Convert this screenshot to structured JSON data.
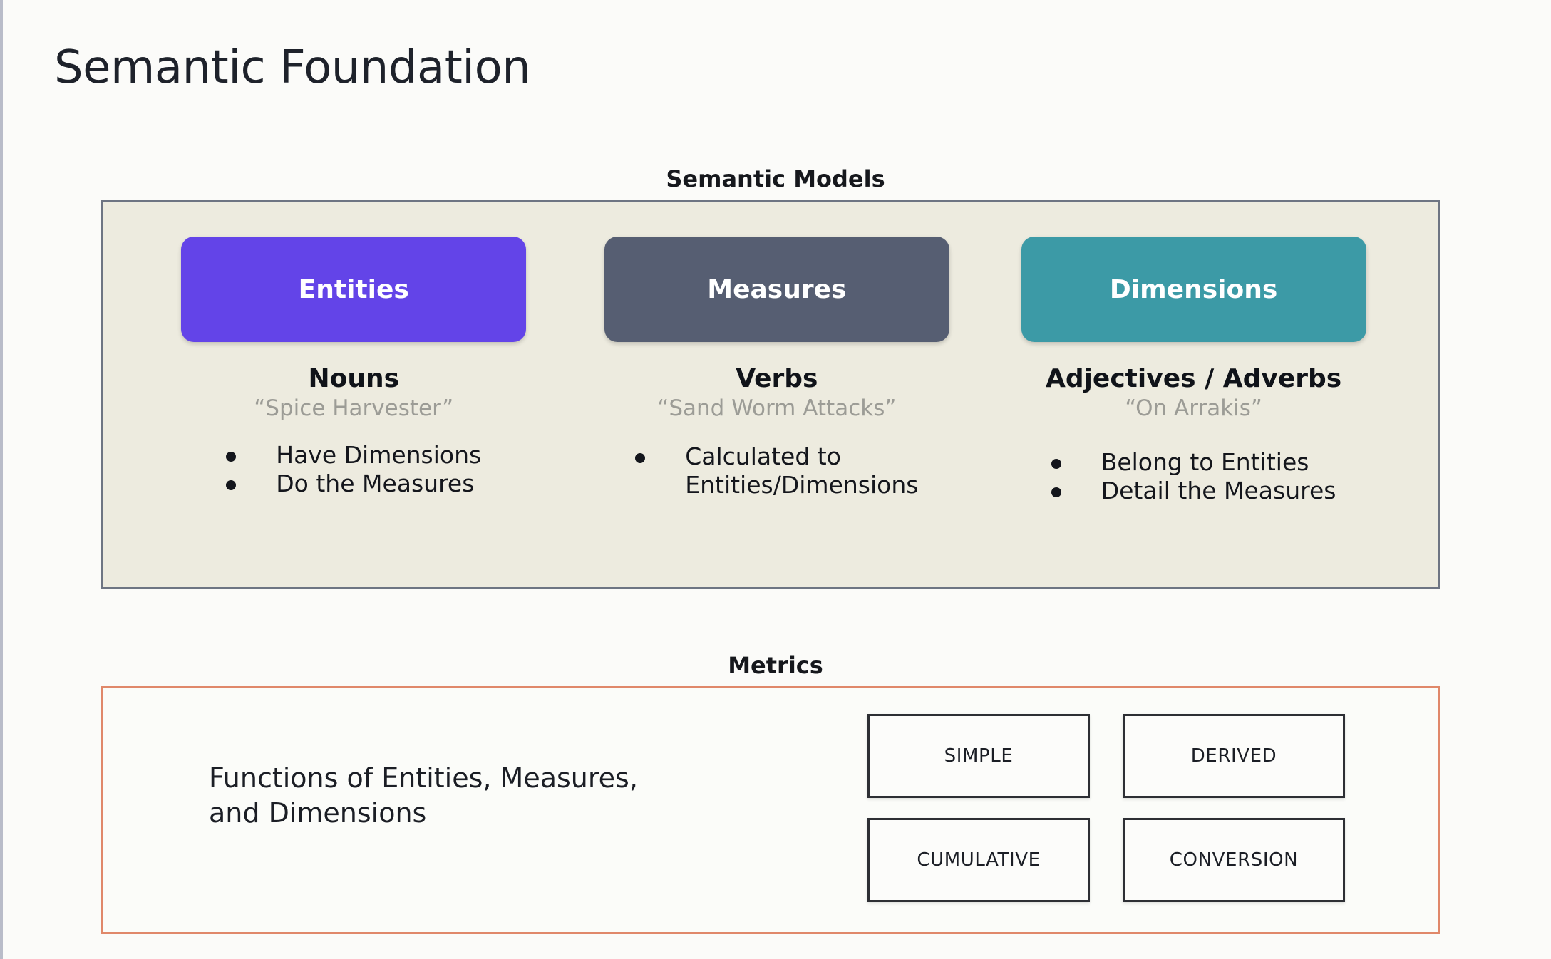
{
  "slide": {
    "title": "Semantic Foundation"
  },
  "semantic_models": {
    "caption": "Semantic Models",
    "panel_bg": "#edebdf",
    "panel_border": "#6e7583",
    "columns": [
      {
        "pill_label": "Entities",
        "pill_color": "#6344e8",
        "part_of_speech": "Nouns",
        "example": "“Spice Harvester”",
        "bullets": [
          "Have Dimensions",
          "Do the Measures"
        ]
      },
      {
        "pill_label": "Measures",
        "pill_color": "#565e72",
        "part_of_speech": "Verbs",
        "example": "“Sand Worm Attacks”",
        "bullets": [
          "Calculated to\nEntities/Dimensions"
        ]
      },
      {
        "pill_label": "Dimensions",
        "pill_color": "#3c9aa6",
        "part_of_speech": "Adjectives / Adverbs",
        "example": "“On Arrakis”",
        "bullets": [
          "Belong to Entities",
          "Detail the Measures"
        ]
      }
    ]
  },
  "metrics": {
    "caption": "Metrics",
    "panel_border": "#e0886a",
    "description": "Functions of Entities, Measures,\nand Dimensions",
    "types": [
      "SIMPLE",
      "DERIVED",
      "CUMULATIVE",
      "CONVERSION"
    ]
  }
}
